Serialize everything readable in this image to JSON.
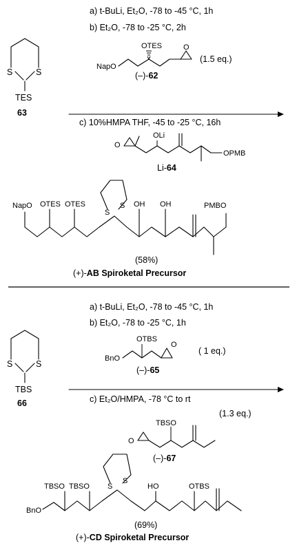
{
  "scheme1": {
    "conditions": {
      "a": "a) t-BuLi, Et₂O,  -78 to -45 °C, 1h",
      "b": "b) Et₂O, -78  to -25 °C, 2h",
      "c": "c)  10%HMPA THF, -45  to -25 °C, 16h"
    },
    "reagent1": {
      "otes": "OTES",
      "napo": "NapO",
      "o": "O",
      "label": "(–)-",
      "number": "62",
      "eq": "(1.5 eq.)"
    },
    "reagent2": {
      "oli": "OLi",
      "o": "O",
      "opmb": "OPMB",
      "label": "Li-",
      "number": "64"
    },
    "dithiane": {
      "s1": "S",
      "s2": "S",
      "silyl": "TES",
      "number": "63"
    },
    "product": {
      "napo": "NapO",
      "otes1": "OTES",
      "otes2": "OTES",
      "s1": "S",
      "s2": "S",
      "oh1": "OH",
      "oh2": "OH",
      "pmbo": "PMBO",
      "yield": "(58%)",
      "name_prefix": "(+)-",
      "name": "AB Spiroketal Precursor"
    }
  },
  "scheme2": {
    "conditions": {
      "a": "a) t-BuLi, Et₂O,  -78 to -45 °C, 1h",
      "b": "b) Et₂O, -78  to -25 °C, 1h",
      "c": "c) Et₂O/HMPA, -78 °C to rt"
    },
    "reagent1": {
      "otbs": "OTBS",
      "bno": "BnO",
      "o": "O",
      "label": "(–)-",
      "number": "65",
      "eq": "( 1 eq.)"
    },
    "reagent2": {
      "tbso": "TBSO",
      "o": "O",
      "label": "(–)-",
      "number": "67",
      "eq": "(1.3 eq.)"
    },
    "dithiane": {
      "s1": "S",
      "s2": "S",
      "silyl": "TBS",
      "number": "66"
    },
    "product": {
      "tbso1": "TBSO",
      "tbso2": "TBSO",
      "bno": "BnO",
      "s1": "S",
      "s2": "S",
      "ho": "HO",
      "otbs": "OTBS",
      "yield": "(69%)",
      "name_prefix": "(+)-",
      "name": "CD Spiroketal Precursor"
    }
  }
}
